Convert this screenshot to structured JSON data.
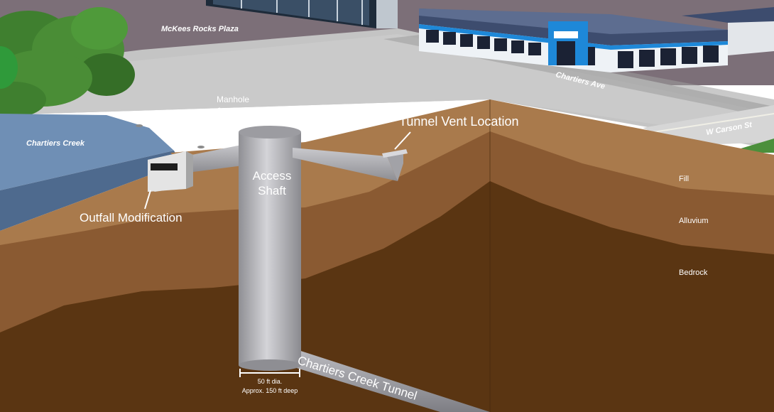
{
  "labels": {
    "plaza": "McKees Rocks Plaza",
    "avenue": "Chartiers Ave",
    "street": "W Carson St",
    "creek": "Chartiers Creek",
    "manhole": "Manhole",
    "tunnel_vent": "Tunnel Vent Location",
    "access_shaft_line1": "Access",
    "access_shaft_line2": "Shaft",
    "outfall": "Outfall Modification",
    "tunnel": "Chartiers Creek Tunnel",
    "shaft_diameter": "50 ft dia.",
    "shaft_depth": "Approx. 150 ft deep"
  },
  "layers": {
    "fill": "Fill",
    "alluvium": "Alluvium",
    "bedrock": "Bedrock"
  },
  "colors": {
    "sky_plaza": "#7c6f78",
    "pavement": "#c9c9c9",
    "creek": "#6f8fb5",
    "fill": "#a97a4c",
    "alluvium": "#8a5a32",
    "bedrock": "#5a3512",
    "shaft": "#b8b8bc",
    "building_accent": "#1e88d8",
    "tree": "#3f7f2f"
  }
}
